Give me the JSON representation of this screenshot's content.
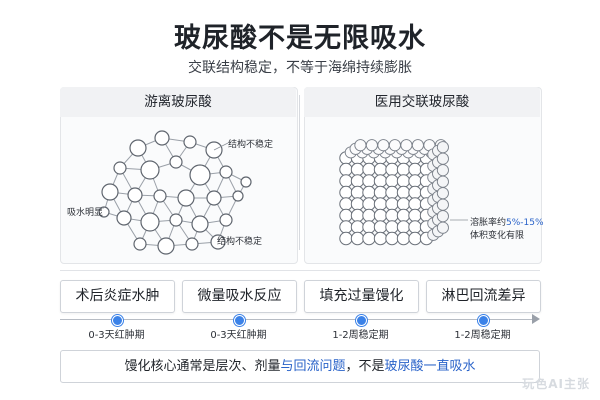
{
  "title": "玻尿酸不是无限吸水",
  "subtitle": "交联结构稳定，不等于海绵持续膨胀",
  "panels": {
    "left": {
      "heading": "游离玻尿酸",
      "notes": [
        "结构不稳定",
        "吸水明显",
        "结构不稳定"
      ]
    },
    "right": {
      "heading": "医用交联玻尿酸",
      "note_prefix": "溶胀率约",
      "note_highlight": "5%-15%",
      "note_line2": "体积变化有限"
    }
  },
  "stages": [
    {
      "label": "术后炎症水肿",
      "period": "0-3天红肿期"
    },
    {
      "label": "微量吸水反应",
      "period": "0-3天红肿期"
    },
    {
      "label": "填充过量馒化",
      "period": "1-2周稳定期"
    },
    {
      "label": "淋巴回流差异",
      "period": "1-2周稳定期"
    }
  ],
  "bottom": {
    "part1": "馒化核心通常是层次、剂量",
    "part2": "与回流问题",
    "part3": "，不是",
    "part4": "玻尿酸一直吸水"
  },
  "colors": {
    "accent": "#2a63c9",
    "timeline_dot": "#3b82e8"
  },
  "watermark": "玩色AI主张"
}
